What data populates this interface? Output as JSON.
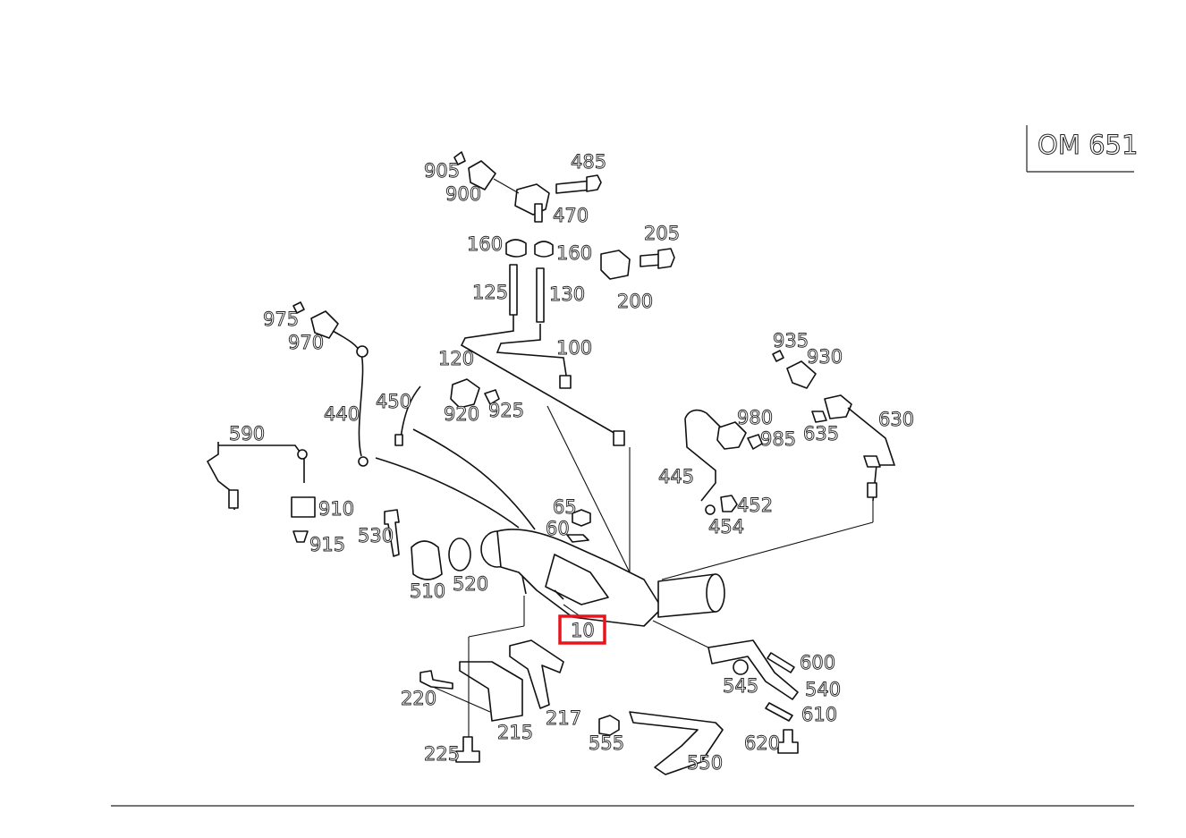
{
  "engine_code": "OM 651",
  "highlighted_callout": "10",
  "colors": {
    "highlight": "#e8141b",
    "line": "#111111"
  },
  "callouts": {
    "c905": "905",
    "c900": "900",
    "c485": "485",
    "c470": "470",
    "c160a": "160",
    "c160b": "160",
    "c205": "205",
    "c200": "200",
    "c125": "125",
    "c130": "130",
    "c975": "975",
    "c970": "970",
    "c100": "100",
    "c120": "120",
    "c935": "935",
    "c930": "930",
    "c440": "440",
    "c450": "450",
    "c920": "920",
    "c925": "925",
    "c980": "980",
    "c985": "985",
    "c635": "635",
    "c630": "630",
    "c590": "590",
    "c445": "445",
    "c65": "65",
    "c452": "452",
    "c910": "910",
    "c60": "60",
    "c454": "454",
    "c530": "530",
    "c915": "915",
    "c510": "510",
    "c520": "520",
    "c10": "10",
    "c600": "600",
    "c545": "545",
    "c540": "540",
    "c220": "220",
    "c610": "610",
    "c217": "217",
    "c215": "215",
    "c555": "555",
    "c620": "620",
    "c225": "225",
    "c550": "550"
  }
}
